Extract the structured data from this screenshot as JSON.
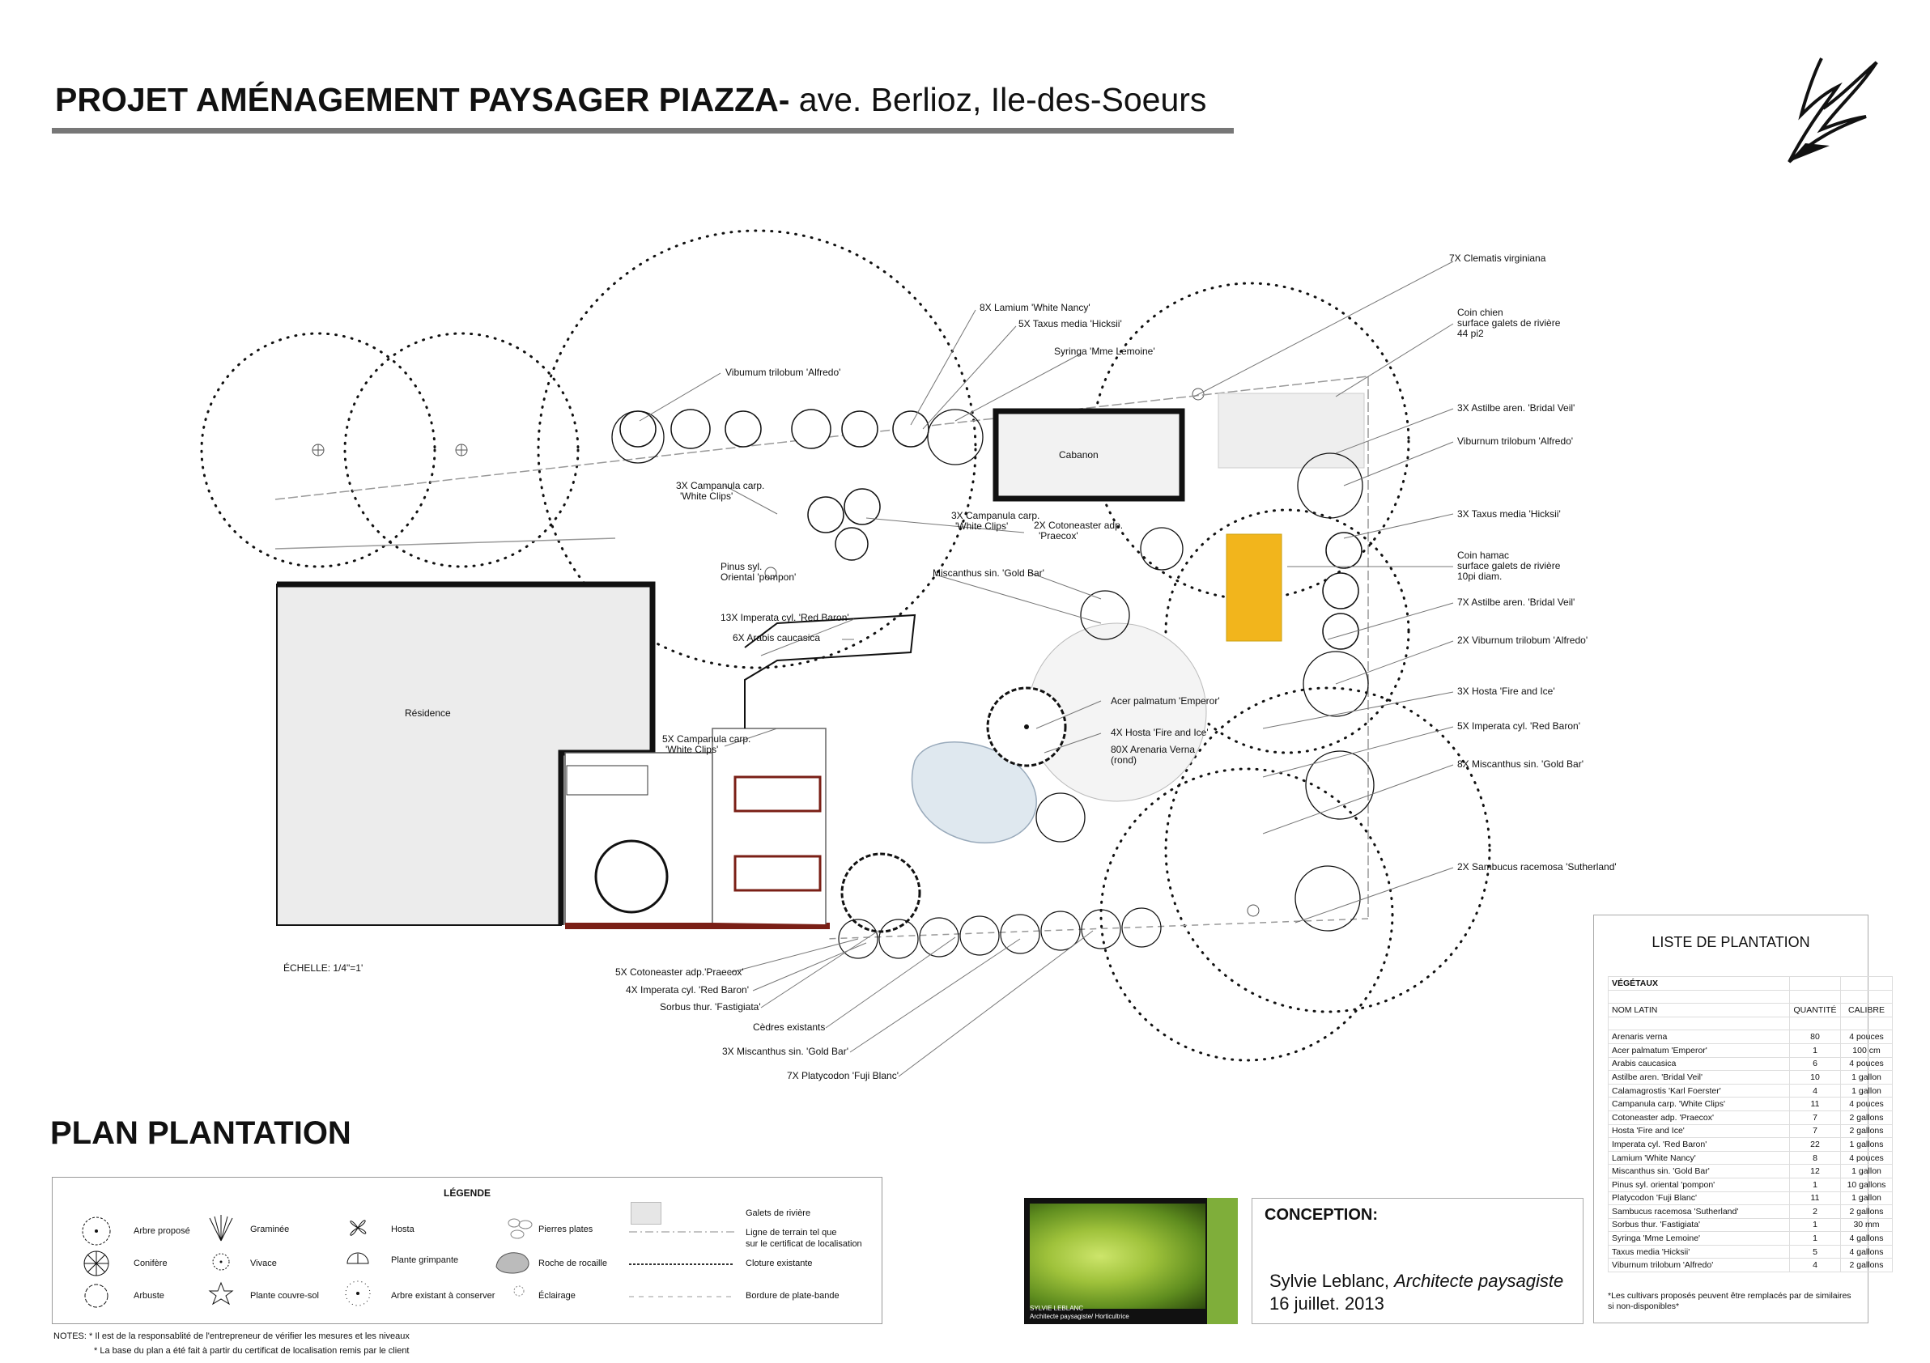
{
  "header": {
    "title_bold": "PROJET AMÉNAGEMENT PAYSAGER PIAZZA-",
    "title_regular": " ave. Berlioz, Ile-des-Soeurs"
  },
  "plan": {
    "residence": "Résidence",
    "cabanon": "Cabanon",
    "scale": "ÉCHELLE: 1/4\"=1'",
    "labels": [
      "7X Clematis virginiana",
      "Coin chien",
      "surface galets de rivière",
      "44 pi2",
      "3X Astilbe aren. 'Bridal Veil'",
      "Viburnum trilobum 'Alfredo'",
      "3X Taxus media 'Hicksii'",
      "Coin hamac",
      "surface galets de rivière",
      "10pi diam.",
      "7X Astilbe aren. 'Bridal Veil'",
      "2X Viburnum trilobum 'Alfredo'",
      "3X Hosta  'Fire and Ice'",
      "5X Imperata cyl. 'Red Baron'",
      "8X Miscanthus sin. 'Gold Bar'",
      "2X Sambucus racemosa 'Sutherland'",
      "8X Lamium 'White Nancy'",
      "5X Taxus media 'Hicksii'",
      "Syringa 'Mme Lemoine'",
      "Vibumum trilobum 'Alfredo'",
      "3X Campanula carp.",
      "'White Clips'",
      "3X Campanula carp.",
      "'White Clips'",
      "2X Cotoneaster adp.",
      "'Praecox'",
      "Pinus syl.",
      "Oriental 'pompon'",
      "Miscanthus sin. 'Gold Bar'",
      "13X Imperata cyl. 'Red Baron'",
      "6X Arabis caucasica",
      "5X Campanula carp.",
      "'White Clips'",
      "Acer palmatum 'Emperor'",
      "4X Hosta  'Fire and Ice'",
      "80X Arenaria Verna",
      "(rond)",
      "5X Cotoneaster adp.'Praecox'",
      "4X Imperata cyl. 'Red Baron'",
      "Sorbus thur. 'Fastigiata'",
      "Cèdres existants",
      "3X Miscanthus sin. 'Gold Bar'",
      "7X Platycodon 'Fuji Blanc'"
    ]
  },
  "plan_title": "PLAN PLANTATION",
  "legend": {
    "title": "LÉGENDE",
    "items": [
      "Arbre proposé",
      "Conifère",
      "Arbuste",
      "Graminée",
      "Vivace",
      "Plante couvre-sol",
      "Hosta",
      "Plante grimpante",
      "Arbre existant à conserver",
      "Pierres plates",
      "Roche de rocaille",
      "Éclairage",
      "Galets de rivière",
      "Ligne de terrain tel que",
      "sur le certificat de localisation",
      "Cloture existante",
      "Bordure de plate-bande"
    ]
  },
  "notes": {
    "label": "NOTES:",
    "line1": "* Il est de la responsablité de l'entrepreneur de vérifier les mesures et les niveaux",
    "line2": "* La base du plan a été fait à partir du certificat de localisation remis par le client"
  },
  "card": {
    "name": "SYLVIE LEBLANC",
    "subtitle": "Architecte paysagiste/ Horticultrice"
  },
  "conception": {
    "heading": "CONCEPTION:",
    "name": "Sylvie Leblanc, ",
    "role": "Architecte paysagiste",
    "date": "16 juillet. 2013"
  },
  "plant_list": {
    "title": "LISTE DE PLANTATION",
    "section": "VÉGÉTAUX",
    "headers": [
      "NOM LATIN",
      "QUANTITÉ",
      "CALIBRE"
    ],
    "rows": [
      [
        "Arenaris verna",
        "80",
        "4 pouces"
      ],
      [
        "Acer palmatum 'Emperor'",
        "1",
        "100 cm"
      ],
      [
        "Arabis caucasica",
        "6",
        "4 pouces"
      ],
      [
        "Astilbe aren. 'Bridal Veil'",
        "10",
        "1 gallon"
      ],
      [
        "Calamagrostis 'Karl Foerster'",
        "4",
        "1 gallon"
      ],
      [
        "Campanula carp. 'White Clips'",
        "11",
        "4 pouces"
      ],
      [
        "Cotoneaster adp. 'Praecox'",
        "7",
        "2 gallons"
      ],
      [
        "Hosta  'Fire and Ice'",
        "7",
        "2 gallons"
      ],
      [
        "Imperata cyl. 'Red Baron'",
        "22",
        "1 gallons"
      ],
      [
        "Lamium 'White Nancy'",
        "8",
        "4 pouces"
      ],
      [
        "Miscanthus sin. 'Gold Bar'",
        "12",
        "1 gallon"
      ],
      [
        "Pinus syl. oriental 'pompon'",
        "1",
        "10 gallons"
      ],
      [
        "Platycodon 'Fuji Blanc'",
        "11",
        "1 gallon"
      ],
      [
        "Sambucus racemosa 'Sutherland'",
        "2",
        "2 gallons"
      ],
      [
        "Sorbus thur. 'Fastigiata'",
        "1",
        "30 mm"
      ],
      [
        "Syringa 'Mme Lemoine'",
        "1",
        "4 gallons"
      ],
      [
        "Taxus media 'Hicksii'",
        "5",
        "4 gallons"
      ],
      [
        "Viburnum trilobum 'Alfredo'",
        "4",
        "2 gallons"
      ]
    ],
    "footnote_1": "*Les cultivars proposés peuvent être remplacés par de similaires",
    "footnote_2": "si non-disponibles*"
  },
  "colors": {
    "hammock": "#f2b51c",
    "patio_border": "#7a1f16",
    "title_rule": "#777777",
    "pond": "#dfe8ef",
    "card_green": "#7fae3a"
  }
}
